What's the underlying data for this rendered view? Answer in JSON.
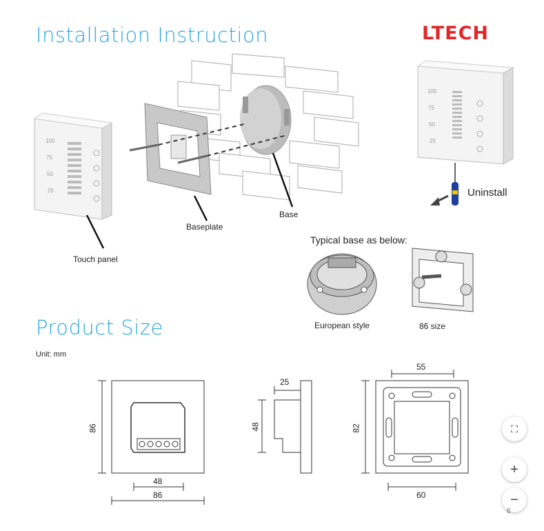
{
  "headings": {
    "installation": "Installation Instruction",
    "product_size": "Product Size"
  },
  "brand": "LTECH",
  "labels": {
    "touch_panel": "Touch panel",
    "baseplate": "Baseplate",
    "base": "Base",
    "uninstall": "Uninstall",
    "typical_base": "Typical base as below:",
    "european_style": "European style",
    "size_86": "86 size",
    "unit": "Unit: mm"
  },
  "panel_levels": [
    "100",
    "75",
    "50",
    "25"
  ],
  "dimensions": {
    "front_height": "86",
    "front_inner_width": "48",
    "front_width": "86",
    "side_depth": "25",
    "side_height": "48",
    "back_top": "55",
    "back_height": "82",
    "back_bottom": "60"
  },
  "zoom_controls": {
    "fullscreen": "⛶",
    "zoom_in": "+",
    "zoom_out": "−"
  },
  "page_marker": "6"
}
